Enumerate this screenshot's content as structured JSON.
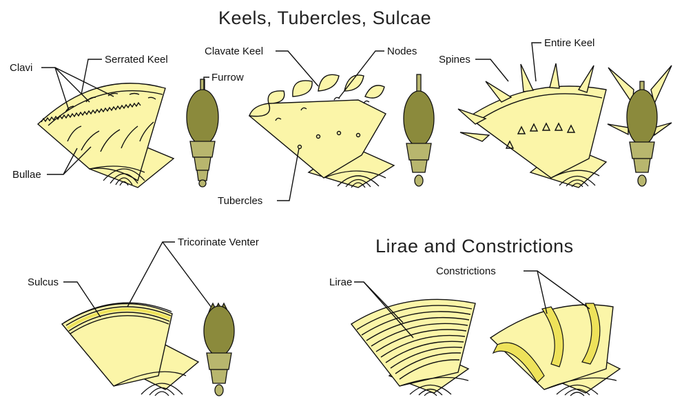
{
  "titles": {
    "top": "Keels, Tubercles, Sulcae",
    "bottom_right": "Lirae and Constrictions"
  },
  "labels": {
    "clavi": "Clavi",
    "serrated_keel": "Serrated Keel",
    "bullae": "Bullae",
    "furrow": "Furrow",
    "clavate_keel": "Clavate Keel",
    "nodes": "Nodes",
    "tubercles": "Tubercles",
    "spines": "Spines",
    "entire_keel": "Entire Keel",
    "tricorinate_venter": "Tricorinate Venter",
    "sulcus": "Sulcus",
    "lirae": "Lirae",
    "constrictions": "Constrictions"
  },
  "colors": {
    "shell_fill": "#fbf5a8",
    "venter_light": "#b8b66e",
    "venter_dark": "#8b8a3c",
    "constriction_band": "#eee25a",
    "outline": "#111111"
  }
}
